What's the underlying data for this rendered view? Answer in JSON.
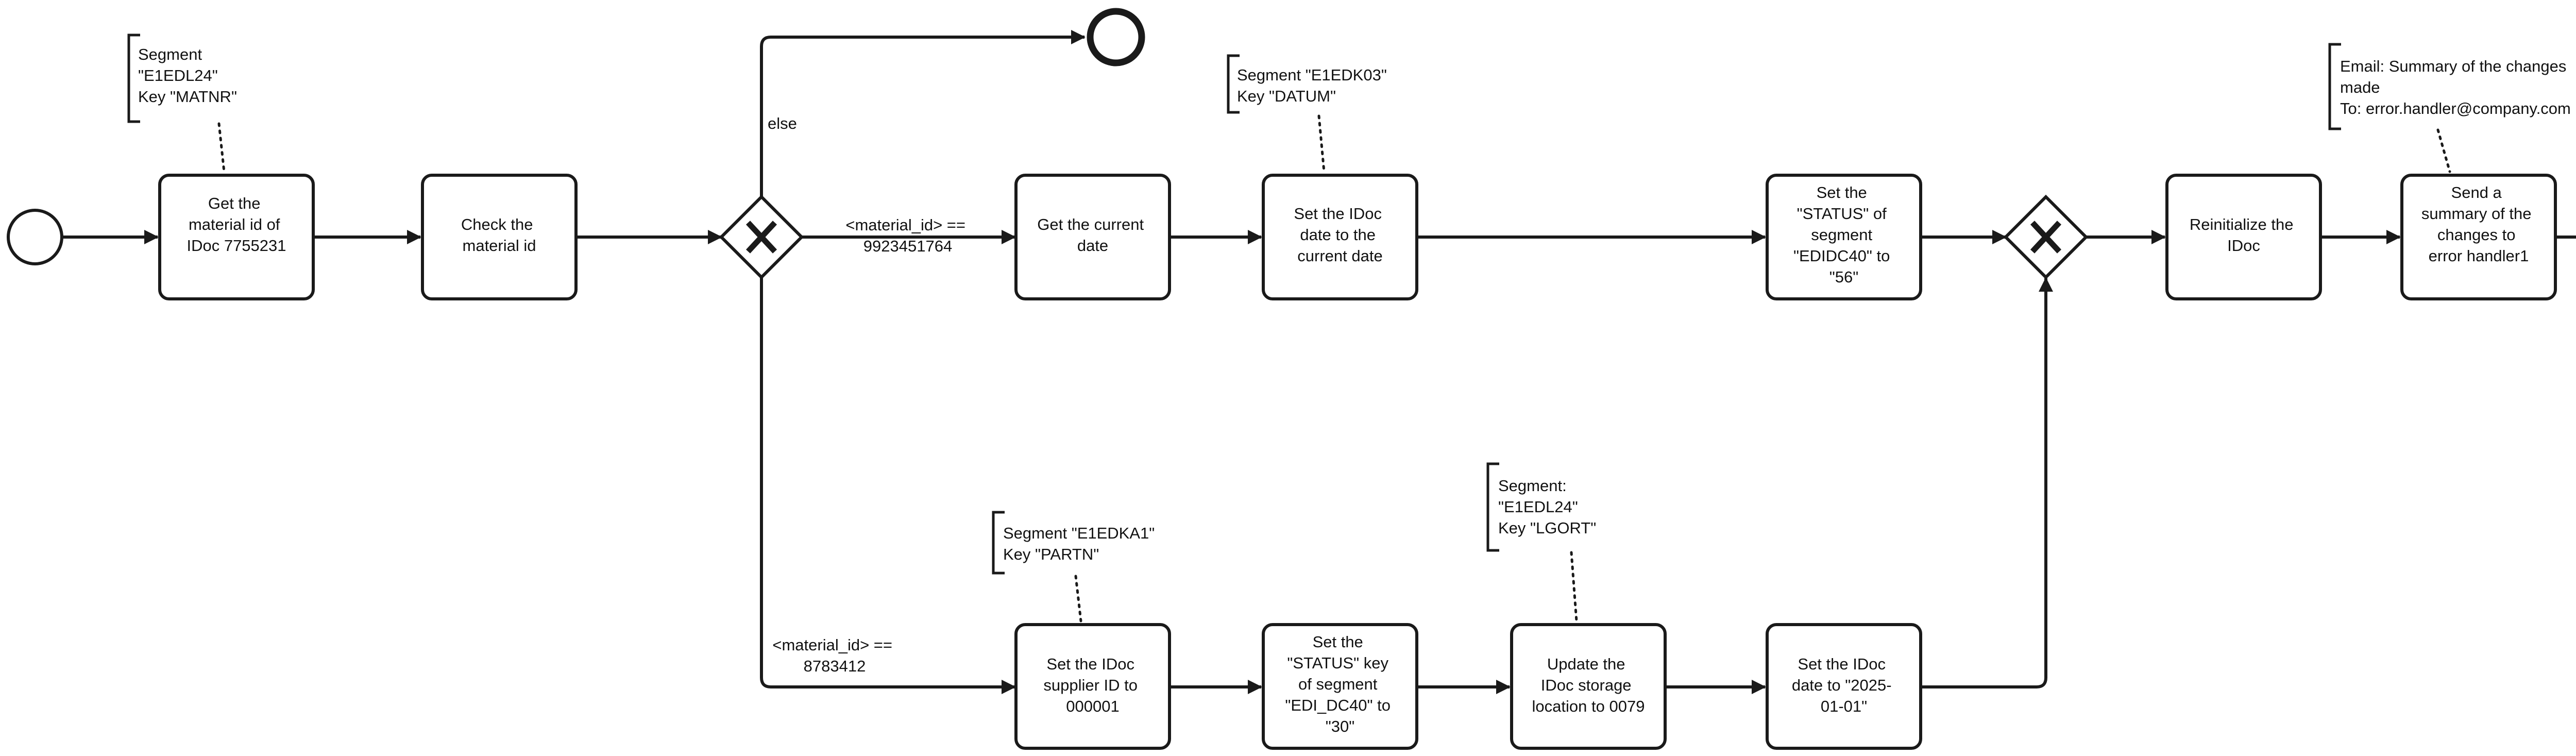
{
  "tasks": {
    "get_material_id": "Get the material id of IDoc 7755231",
    "check_material_id": "Check the material id",
    "get_current_date": "Get the current date",
    "set_idoc_date_current": "Set the IDoc date to the current date",
    "set_status_56": "Set the \"STATUS\" of segment \"EDIDC40\" to \"56\"",
    "reinitialize_idoc": "Reinitialize the IDoc",
    "send_summary": "Send a summary of the changes to error handler1",
    "set_supplier_id": "Set the IDoc supplier ID to 000001",
    "set_status_30": "Set the \"STATUS\" key of segment \"EDI_DC40\" to \"30\"",
    "update_storage_location": "Update the IDoc storage location to 0079",
    "set_idoc_date_fixed": "Set the IDoc date to \"2025-01-01\""
  },
  "annotations": {
    "material_segment": "Segment \"E1EDL24\" Key \"MATNR\"",
    "datum_segment": "Segment \"E1EDK03\" Key \"DATUM\"",
    "email_summary": "Email: Summary of the changes made To: error.handler@company.com",
    "partn_segment": "Segment \"E1EDKA1\" Key \"PARTN\"",
    "lgort_segment": "Segment: \"E1EDL24\" Key \"LGORT\""
  },
  "conditions": {
    "else": "else",
    "material_9923451764": "<material_id> == 9923451764",
    "material_8783412": "<material_id> == 8783412"
  },
  "gateways": {
    "split_marker": "X",
    "join_marker": "X"
  },
  "events": {
    "start": "start-event",
    "end_plain": "end-event",
    "end_message": "end-message-event"
  },
  "icons": {
    "end_message_icon": "envelope-icon"
  }
}
